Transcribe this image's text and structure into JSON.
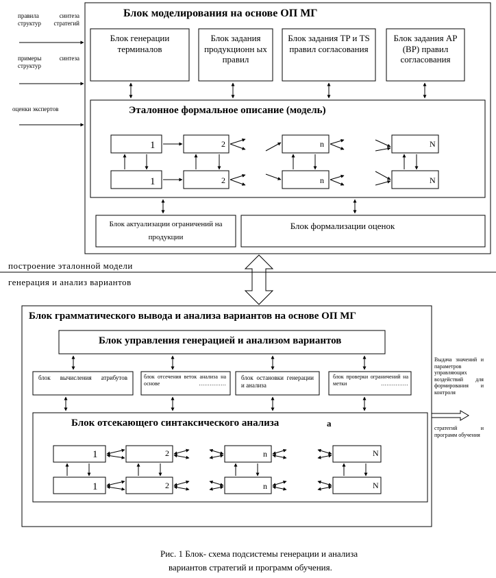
{
  "top_block": {
    "title": "Блок моделирования на основе ОП МГ",
    "gen_terminals": "Блок генерации терминалов",
    "prod_rules": "Блок задания продукционн ых правил",
    "tr_ts": "Блок задания TP и TS правил согласования",
    "ap_bp": "Блок задания AP (BP) правил согласования",
    "model_title": "Эталонное формальное описание (модель)",
    "actualization": "Блок актуализации ограничений на продукции",
    "formalization": "Блок формализации оценок"
  },
  "inputs": {
    "rules": "правила синтеза структур стратегий",
    "examples": "примеры синтеза структур",
    "experts": "оценки экспертов"
  },
  "node_labels": [
    "1",
    "2",
    "n",
    "N"
  ],
  "divider": {
    "upper": "построение эталонной модели",
    "lower": "генерация и анализ вариантов"
  },
  "bottom_block": {
    "title": "Блок грамматического вывода и анализа вариантов на основе ОП МГ",
    "control": "Блок управления генерацией и анализом вариантов",
    "attrs": "блок вычисления атрибутов",
    "prune": "блок отсечения веток анализа на основе ……………",
    "stop": "блок остановки генерации и анализа",
    "check": "блок проверки ограничений на метки ……………",
    "parser_title": "Блок отсекающего синтаксического анализа",
    "parser_suffix": "а"
  },
  "output": {
    "text1": "Выдача значений и параметров управляющих воздействий для формирования и контроля",
    "text2": "стратегий и программ обучения"
  },
  "caption": {
    "line1": "Рис. 1 Блок- схема подсистемы генерации и анализа",
    "line2": "вариантов стратегий и программ обучения."
  }
}
